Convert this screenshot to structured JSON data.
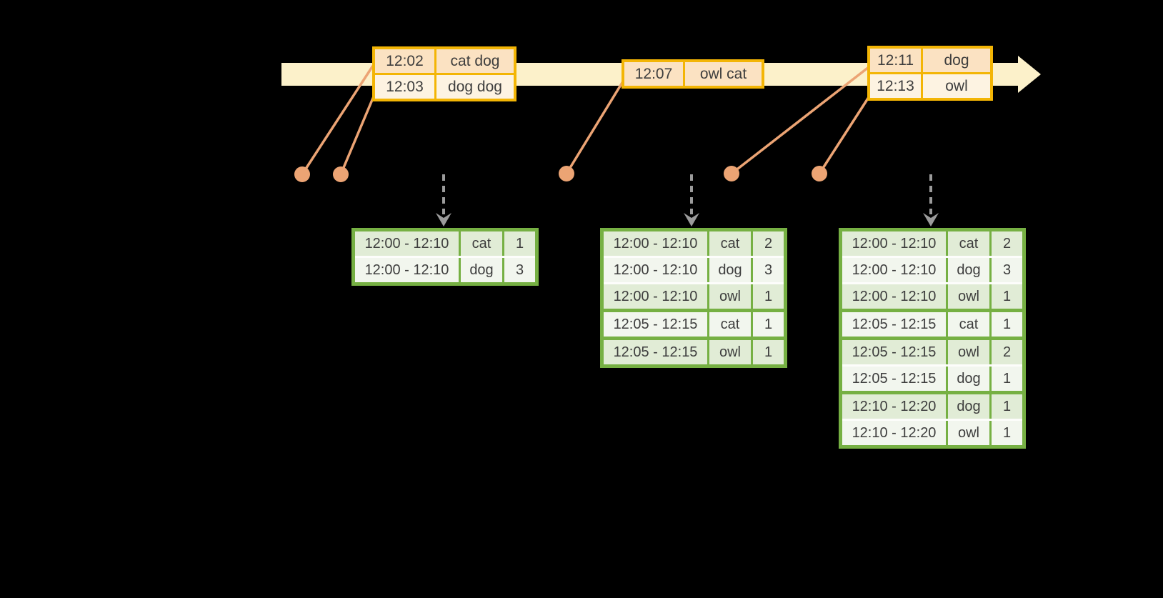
{
  "diagram_title": "windowed-grouped-aggregation-sliding-windows",
  "colors": {
    "bg": "#000000",
    "band": "#fcf1ca",
    "gold": "#f3b505",
    "event_row_a": "#fbe2c2",
    "event_row_b": "#fdf3e2",
    "salmon": "#eca474",
    "gray": "#9b9b9b",
    "green": "#76b043",
    "green_row_a": "#e1ecd6",
    "green_row_b": "#f2f6ee",
    "sep_white": "#fdfdfb",
    "text": "#3d3d3d"
  },
  "event_tables": [
    {
      "id": "event-table-1",
      "rows": [
        {
          "time": "12:02",
          "words": "cat dog"
        },
        {
          "time": "12:03",
          "words": "dog dog"
        }
      ]
    },
    {
      "id": "event-table-2",
      "rows": [
        {
          "time": "12:07",
          "words": "owl cat"
        }
      ]
    },
    {
      "id": "event-table-3",
      "rows": [
        {
          "time": "12:11",
          "words": "dog"
        },
        {
          "time": "12:13",
          "words": "owl"
        }
      ]
    }
  ],
  "result_tables": [
    {
      "id": "result-table-1",
      "rows": [
        {
          "window": "12:00 - 12:10",
          "word": "cat",
          "count": "1"
        },
        {
          "window": "12:00 - 12:10",
          "word": "dog",
          "count": "3"
        }
      ],
      "separators": [
        "white"
      ]
    },
    {
      "id": "result-table-2",
      "rows": [
        {
          "window": "12:00 - 12:10",
          "word": "cat",
          "count": "2"
        },
        {
          "window": "12:00 - 12:10",
          "word": "dog",
          "count": "3"
        },
        {
          "window": "12:00 - 12:10",
          "word": "owl",
          "count": "1"
        },
        {
          "window": "12:05 - 12:15",
          "word": "cat",
          "count": "1"
        },
        {
          "window": "12:05 - 12:15",
          "word": "owl",
          "count": "1"
        }
      ],
      "separators": [
        "white",
        "white",
        "green",
        "green"
      ]
    },
    {
      "id": "result-table-3",
      "rows": [
        {
          "window": "12:00 - 12:10",
          "word": "cat",
          "count": "2"
        },
        {
          "window": "12:00 - 12:10",
          "word": "dog",
          "count": "3"
        },
        {
          "window": "12:00 - 12:10",
          "word": "owl",
          "count": "1"
        },
        {
          "window": "12:05 - 12:15",
          "word": "cat",
          "count": "1"
        },
        {
          "window": "12:05 - 12:15",
          "word": "owl",
          "count": "2"
        },
        {
          "window": "12:05 - 12:15",
          "word": "dog",
          "count": "1"
        },
        {
          "window": "12:10 - 12:20",
          "word": "dog",
          "count": "1"
        },
        {
          "window": "12:10 - 12:20",
          "word": "owl",
          "count": "1"
        }
      ],
      "separators": [
        "white",
        "white",
        "green",
        "green",
        "white",
        "green",
        "white"
      ]
    }
  ]
}
